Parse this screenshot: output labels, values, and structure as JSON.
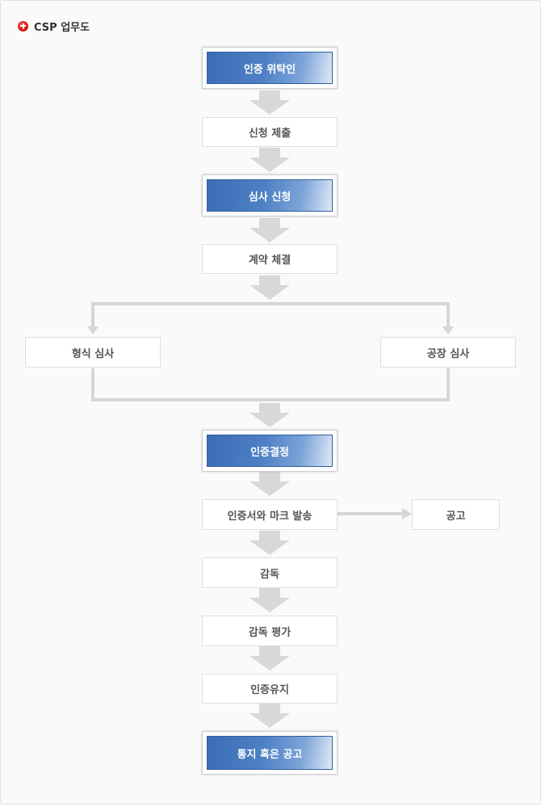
{
  "header": {
    "title": "CSP 업무도",
    "icon": "red-plus-circle-icon"
  },
  "colors": {
    "blue_box": "#3a6db5",
    "arrow_gray": "#d8d8d8",
    "line_gray": "#d6d6d6",
    "text_gray": "#555555"
  },
  "nodes": {
    "delegate": "인증 위탁인",
    "submit": "신청 제출",
    "apply": "심사 신청",
    "contract": "계약 체결",
    "type_review": "형식 심사",
    "factory_review": "공장 심사",
    "decision": "인증결정",
    "issue": "인증서와 마크 발송",
    "announce": "공고",
    "supervise": "감독",
    "supervise_eval": "감독 평가",
    "maintain": "인증유지",
    "notify": "통지 혹은 공고"
  }
}
